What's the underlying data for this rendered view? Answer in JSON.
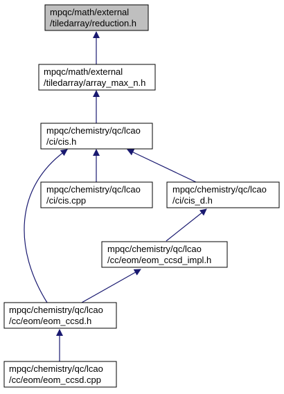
{
  "colors": {
    "edge": "#191970",
    "node_border": "#000000",
    "node_fill": "#ffffff",
    "root_fill": "#bfbfbf"
  },
  "nodes": {
    "reduction_h": {
      "line1": "mpqc/math/external",
      "line2": "/tiledarray/reduction.h"
    },
    "array_max_n_h": {
      "line1": "mpqc/math/external",
      "line2": "/tiledarray/array_max_n.h"
    },
    "cis_h": {
      "line1": "mpqc/chemistry/qc/lcao",
      "line2": "/ci/cis.h"
    },
    "cis_cpp": {
      "line1": "mpqc/chemistry/qc/lcao",
      "line2": "/ci/cis.cpp"
    },
    "cis_d_h": {
      "line1": "mpqc/chemistry/qc/lcao",
      "line2": "/ci/cis_d.h"
    },
    "eom_ccsd_impl_h": {
      "line1": "mpqc/chemistry/qc/lcao",
      "line2": "/cc/eom/eom_ccsd_impl.h"
    },
    "eom_ccsd_h": {
      "line1": "mpqc/chemistry/qc/lcao",
      "line2": "/cc/eom/eom_ccsd.h"
    },
    "eom_ccsd_cpp": {
      "line1": "mpqc/chemistry/qc/lcao",
      "line2": "/cc/eom/eom_ccsd.cpp"
    }
  }
}
